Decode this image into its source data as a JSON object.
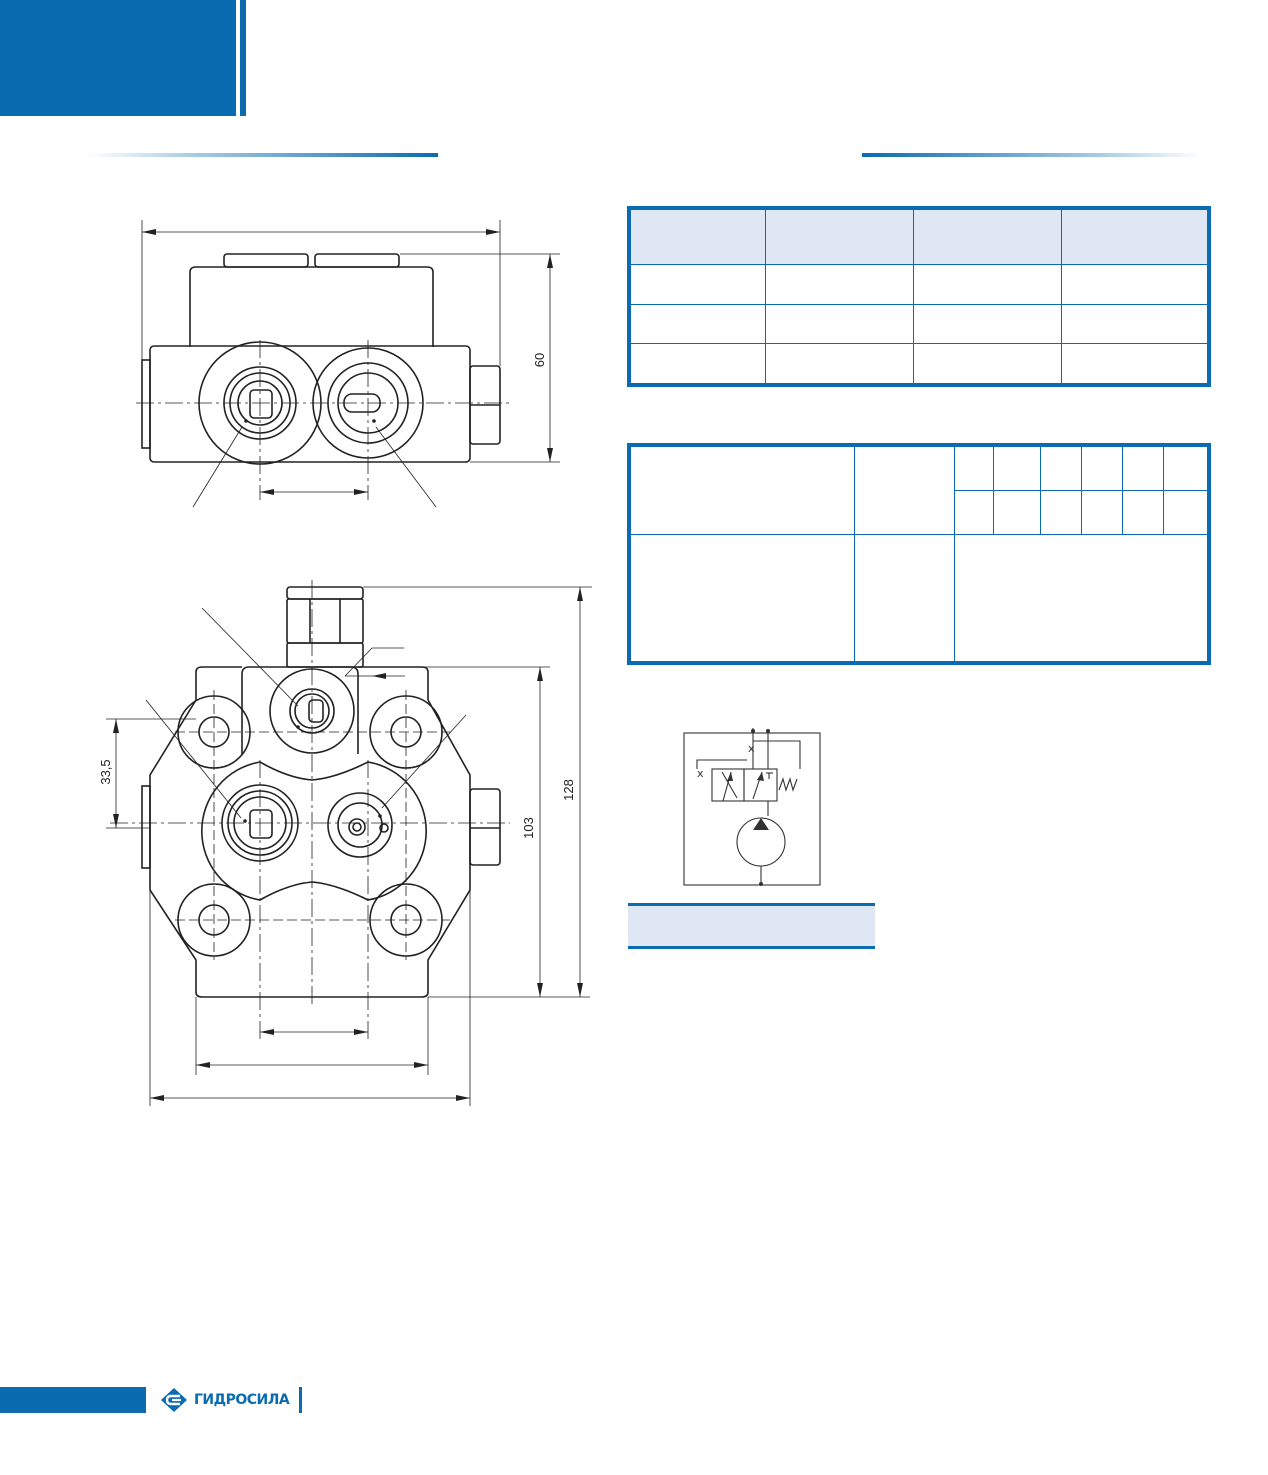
{
  "drawing_top": {
    "dim_height": "60"
  },
  "drawing_bottom": {
    "dim_port_offset": "33,5",
    "dim_inner_height": "103",
    "dim_total_height": "128"
  },
  "logo": {
    "brand": "ГИДРОСИЛА",
    "icon": "gidrosila-logo-icon"
  },
  "colors": {
    "brand_blue": "#0b6bb0",
    "table_header_bg": "#dfe6f4"
  }
}
